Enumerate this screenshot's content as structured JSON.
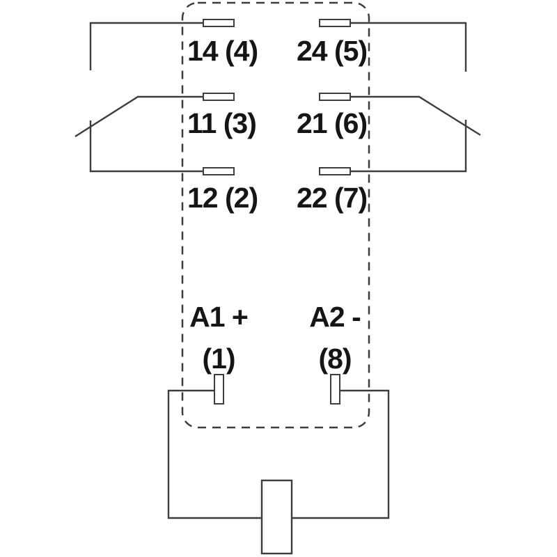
{
  "colors": {
    "background": "#ffffff",
    "line": "#3d3d3f",
    "text": "#151515"
  },
  "diagram": {
    "contact_rows": [
      {
        "left": "14 (4)",
        "right": "24 (5)"
      },
      {
        "left": "11 (3)",
        "right": "21 (6)"
      },
      {
        "left": "12 (2)",
        "right": "22 (7)"
      }
    ],
    "coil": {
      "left_name": "A1 +",
      "left_pin": "(1)",
      "right_name": "A2 -",
      "right_pin": "(8)"
    }
  }
}
